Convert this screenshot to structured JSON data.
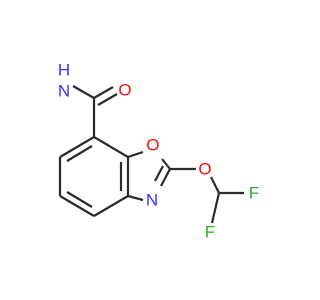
{
  "molecule": {
    "atoms": {
      "nh2_n": {
        "symbol": "N",
        "color": "#3333ff"
      },
      "nh2_h": {
        "symbol": "H",
        "color": "#3333ff"
      },
      "carbonyl_o": {
        "symbol": "O",
        "color": "#ff0d0d"
      },
      "ring_o": {
        "symbol": "O",
        "color": "#ff0d0d"
      },
      "ring_n": {
        "symbol": "N",
        "color": "#3333ff"
      },
      "ether_o": {
        "symbol": "O",
        "color": "#ff0d0d"
      },
      "fluorine_1": {
        "symbol": "F",
        "color": "#33aa33"
      },
      "fluorine_2": {
        "symbol": "F",
        "color": "#33aa33"
      }
    },
    "bond_color": "#2b2b2b"
  }
}
